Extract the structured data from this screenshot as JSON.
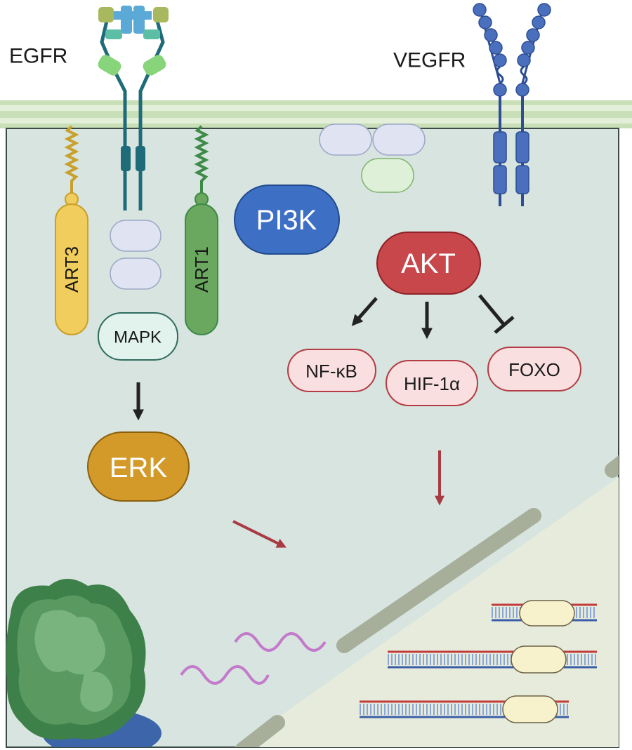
{
  "receptors": {
    "egfr": "EGFR",
    "vegfr": "VEGFR"
  },
  "proteins": {
    "art3": "ART3",
    "art1": "ART1",
    "mapk": "MAPK",
    "erk": "ERK",
    "pi3k": "PI3K",
    "akt": "AKT",
    "nfkb": "NF-κB",
    "hif1a": "HIF-1α",
    "foxo": "FOXO"
  },
  "colors": {
    "cytoplasm": "#d7e4df",
    "nucleus": "#e6ebdc",
    "membrane": "#c9dfb7",
    "erk": "#d39a2a",
    "pi3k": "#3d6fc4",
    "akt": "#c8474b",
    "effector_fill": "#f9dfe0",
    "effector_stroke": "#b33c44",
    "mapk_fill": "#e2f2ec",
    "art3": "#f0cd5d",
    "art1": "#6aa85f",
    "vegfr": "#4a6fbd",
    "flow_arrow": "#a83a42"
  },
  "icons": [
    "egfr-receptor-icon",
    "vegfr-receptor-icon",
    "ribosome-icon",
    "mrna-icon",
    "dna-icon"
  ]
}
